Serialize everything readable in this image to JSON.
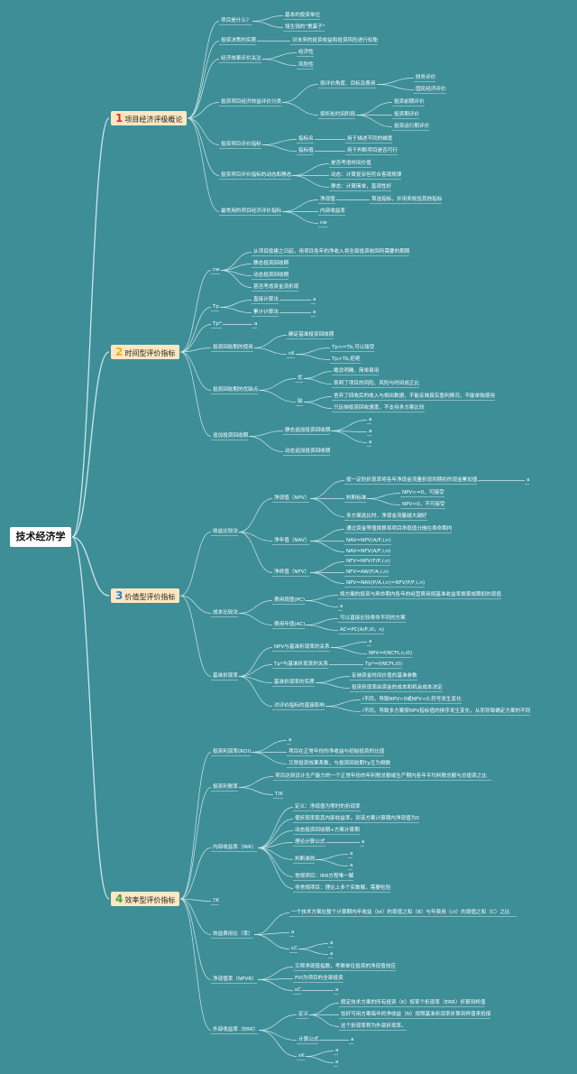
{
  "root": "技术经济学",
  "colors": {
    "background": "#3e8e98",
    "line": "#cfe6ea",
    "main_bg": "#fde7c2"
  },
  "branches": [
    {
      "num": "1",
      "num_color": "#e0322b",
      "label": "项目经济评级概论"
    },
    {
      "num": "2",
      "num_color": "#f3ad1b",
      "label": "时间型评价指标"
    },
    {
      "num": "3",
      "num_color": "#2f80d1",
      "label": "价值型评价指标"
    },
    {
      "num": "4",
      "num_color": "#3aa53a",
      "label": "效率型评价指标"
    }
  ],
  "n": {
    "p1": "项目是什么？",
    "p1a": "基本的投资单位",
    "p1b": "钱生钱的\"熏蛋子\"",
    "p2": "投资决策的实质",
    "p2a": "对未来的投资收益和投资风险进行权衡",
    "p3": "经济效果评价关注",
    "p3a": "经济性",
    "p3b": "风险性",
    "p4": "投资项目经济效益评价分类",
    "p4a": "按评价角度、目标及费用",
    "p4a1": "财务评价",
    "p4a2": "国民经济评价",
    "p4b": "按所处时间阶段",
    "p4b1": "投资前期评价",
    "p4b2": "投资期评价",
    "p4b3": "投资运行期评价",
    "p5": "投资项目评价指标",
    "p5a": "指标名",
    "p5a1": "用于描述不同的维度",
    "p5b": "指标值",
    "p5b1": "用于判断项目是否可行",
    "p6": "投资项目评价指标的动态和静态",
    "p6a": "是否考虑时间价值",
    "p6b": "动态：计算复杂但符合客观规律",
    "p6c": "静态：计算简单，直观性好",
    "p7": "最常用的项目经济评价指标",
    "p7a": "净现值",
    "p7a1": "首选指标，并用来校验其他指标",
    "p7b": "内部收益率",
    "p7c": "cw",
    "q1": "cw",
    "q1a": "从项目投建之日起，用项目各年的净收入将全部投资收回所需要的期限",
    "q1b": "静态投资回收期",
    "q1c": "动态投资回收期",
    "q1d": "甚否考虑资金流折现",
    "q2": "Tp",
    "q2a": "直接计算法",
    "q2a1": "a",
    "q2b": "累计计算法",
    "q2b1": "a",
    "q3": "Tp*",
    "q3a": "a",
    "q4": "投资回收期的使用",
    "q4a": "确定基准投资回收期",
    "q4b": "cK",
    "q4b1": "Tp<=Tb,可以接受",
    "q4b2": "Tp>Tb,拒绝",
    "q5": "投资回收期的优缺点",
    "q5a": "优",
    "q5a1": "概念明确、简单易用",
    "q5a2": "表明了项目的风险、风险与时间成正比",
    "q5b": "缺",
    "q5b1": "舍弃了回收后的收入与相出数据，不能反映真实盈利情况，不能单独使用",
    "q5b2": "只反映投资回收速度，不支持多方案比较",
    "q6": "追加投资回收期",
    "q6a": "静态追加投资回收期",
    "q6a1": "a",
    "q6a2": "a",
    "q6a3": "a",
    "q6b": "动态追加投资回收期",
    "r1": "收益比较法",
    "r1a": "净现值（NPV）",
    "r1a1": "按一定的折现率将各年净现金流量折现到期初的现金累加值",
    "r1a1x": "a",
    "r1a2": "判断标准",
    "r1a2a": "NPV>=0，可接受",
    "r1a2b": "NPV<0，不可接受",
    "r1a3": "多方案选比时，净现金流量越大越好",
    "r1b": "净年值（NAV）",
    "r1b1": "通过资金等值换算将项目净现值分摊在寿命期内",
    "r1b2": "NAV=NPV(A/P,i,n)",
    "r1b3": "NAV=NFV(A/F,i,n)",
    "r1c": "净终值（NFV）",
    "r1c1": "NFV=NPV(F/P,i,n)",
    "r1c2": "NFV=AW(F/A,i,n)",
    "r1c3": "NPV=NAV(P/A,i,n)=NFV(P/F,i,n)",
    "r2": "成本比较法",
    "r2a": "费用现值(PC)",
    "r2a1": "将方案的投资与寿命期内各年的经营费用按基准收益率换算成期初的现值",
    "r2a2": "a",
    "r2b": "费用年值(AC)",
    "r2b1": "可以直接比较寿命不同的方案",
    "r2b2": "AC=PC(A/P,i0，n)",
    "r3": "基准折现率",
    "r3a": "NPV与基准折现率的关系",
    "r3a1": "a",
    "r3a2": "NPV=f(NCFt,n,i0)",
    "r3b": "Tp*与基准折现率的关系",
    "r3b1": "Tp*=f(NCFt,i0)",
    "r3c": "基准折现率的实质",
    "r3c1": "反映资金时间价值的基准参数",
    "r3c2": "投资折现率由资金的成本和机会成本决定",
    "r3d": "对评价指标的直接影响",
    "r3d1": "i不同，导致NPV>0或NPV<0,符号发生变化",
    "r3d2": "i不同，导致多方案按NPV指标值的排序发生变化，从而导致确定方案的不同",
    "s1": "投资利润率(ROI)",
    "s1a": "a",
    "s1b": "项目在正常年份的净收益与初始投资的比值",
    "s1c": "又称投资效果系数，与投资回收期Tp互为倒数",
    "s2": "投资利税率",
    "s2a": "项目达到设计生产能力的一个正常年份的年利税总额或生产期内各年平均利税总额与总投资之比",
    "s2b": "T/K",
    "s3": "内部收益率（IRR）",
    "s3a": "定义：净现值为零时的折现率",
    "s3b": "使折现率取其内部收益率，到该方案计算期内净现值为0",
    "s3c": "动态投资回收期+方案计算期",
    "s3d": "理论计算公式",
    "s3d1": "a",
    "s3e": "判断准则",
    "s3e1": "a",
    "s3e2": "a",
    "s3f": "常规项目：IRR方程唯一解",
    "s3g": "非常规项目：理论上多个实数解，需要检验",
    "s4": "ΞΚ",
    "s5": "效益费用比（率）",
    "s5a": "一个技术方案在整个计算期内年收益（bt）的现值之和（B）与年费用（ct）的现值之和（C）之比",
    "s5b": "a",
    "s5c": "εC",
    "s5c1": "a",
    "s5c2": "a",
    "s6": "净现值率（NPVR）",
    "s6a": "又称净现值指数，考察单位投资的净现值效应",
    "s6b": "PVI为项目的全部投资",
    "s6c": "εC",
    "s6c1": "a",
    "s7": "外部收益率（ERR）",
    "s7a": "定义",
    "s7a1": "假定技术方案的所有投资（K）按某个折现率（ERR）折算到终值",
    "s7a2": "恰好可用方案每年的净收益（N）按照基准折现率折算到终值来抵偿",
    "s7a3": "这个折现率称为外部折现率。",
    "s7b": "计算公式",
    "s7b1": "a",
    "s7c": "εK",
    "s7c1": "a",
    "s7c2": "a"
  }
}
